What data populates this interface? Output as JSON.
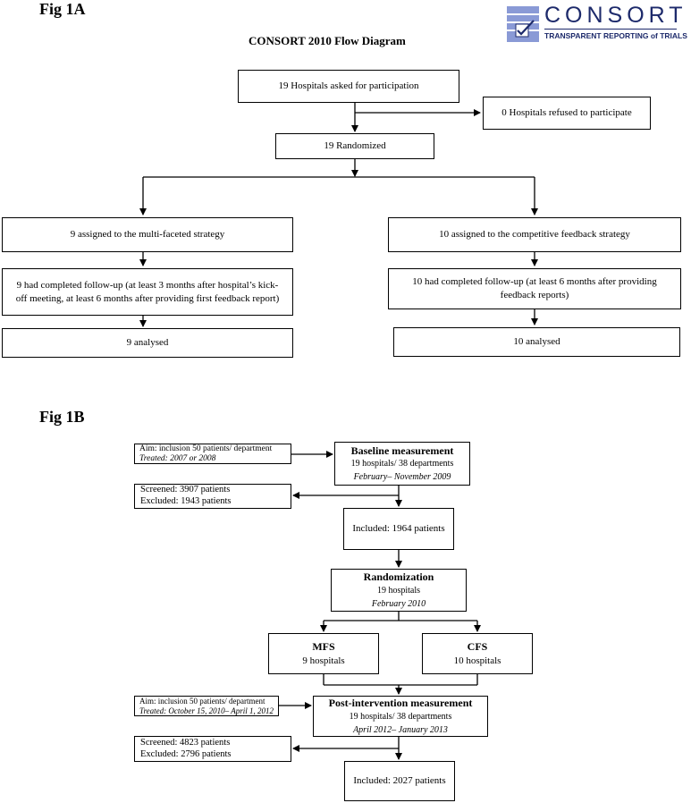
{
  "fig1a": {
    "label": "Fig 1A",
    "title": "CONSORT 2010 Flow Diagram",
    "logo": {
      "name": "CONSORT",
      "tagline": "TRANSPARENT REPORTING of TRIALS",
      "color": "#1d2a6b"
    },
    "asked": "19 Hospitals asked for participation",
    "refused": "0 Hospitals refused to participate",
    "randomized": "19 Randomized",
    "left": {
      "assigned": "9 assigned to the multi-faceted strategy",
      "followup": "9 had completed follow-up (at least 3 months after hospital’s kick-off meeting, at least 6 months after providing first feedback report)",
      "analysed": "9 analysed"
    },
    "right": {
      "assigned": "10 assigned to the competitive feedback strategy",
      "followup": "10 had completed follow-up (at least 6 months after providing feedback reports)",
      "analysed": "10 analysed"
    }
  },
  "fig1b": {
    "label": "Fig 1B",
    "aim1": {
      "line1": "Aim: inclusion 50 patients/ department",
      "line2": "Treated: 2007 or 2008"
    },
    "baseline": {
      "title": "Baseline measurement",
      "sub": "19 hospitals/ 38 departments",
      "date": "February– November 2009"
    },
    "screen1": {
      "line1": "Screened: 3907 patients",
      "line2": "Excluded: 1943 patients"
    },
    "included1": "Included: 1964 patients",
    "randomization": {
      "title": "Randomization",
      "sub": "19 hospitals",
      "date": "February 2010"
    },
    "mfs": {
      "title": "MFS",
      "sub": "9 hospitals"
    },
    "cfs": {
      "title": "CFS",
      "sub": "10 hospitals"
    },
    "aim2": {
      "line1": "Aim: inclusion 50 patients/ department",
      "line2": "Treated: October 15, 2010– April 1, 2012"
    },
    "post": {
      "title": "Post-intervention measurement",
      "sub": "19 hospitals/ 38 departments",
      "date": "April 2012– January 2013"
    },
    "screen2": {
      "line1": "Screened: 4823 patients",
      "line2": "Excluded: 2796 patients"
    },
    "included2": "Included: 2027 patients"
  }
}
